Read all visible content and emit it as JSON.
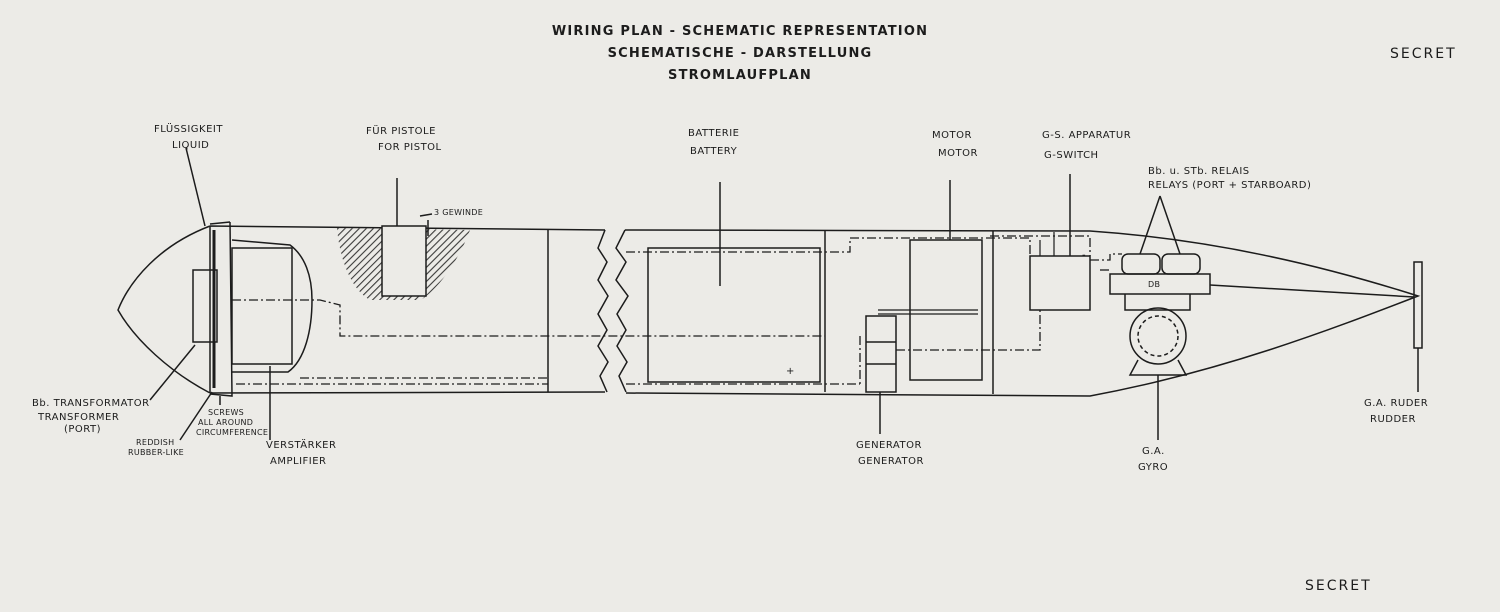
{
  "title": {
    "line1": "WIRING PLAN - SCHEMATIC REPRESENTATION",
    "line2": "SCHEMATISCHE - DARSTELLUNG",
    "line3": "STROMLAUFPLAN"
  },
  "marks": {
    "secret_top": "SECRET",
    "secret_bottom": "SECRET"
  },
  "labels": {
    "fluessigkeit": "FLÜSSIGKEIT",
    "liquid": "LIQUID",
    "fuer_pistole": "FÜR PISTOLE",
    "for_pistol": "FOR PISTOL",
    "gewinde": "3 GEWINDE",
    "batterie": "BATTERIE",
    "battery": "BATTERY",
    "motor_de": "MOTOR",
    "motor_en": "MOTOR",
    "gs_apparatur": "G-S. APPARATUR",
    "gs_switch": "G-SWITCH",
    "relais_de": "Bb. u. STb. RELAIS",
    "relais_en": "RELAYS (PORT + STARBOARD)",
    "transformator": "Bb. TRANSFORMATOR",
    "transformer": "TRANSFORMER",
    "port": "(PORT)",
    "screws1": "SCREWS",
    "screws2": "ALL AROUND",
    "screws3": "CIRCUMFERENCE",
    "reddish1": "REDDISH",
    "reddish2": "RUBBER-LIKE",
    "verstaerker": "VERSTÄRKER",
    "amplifier": "AMPLIFIER",
    "generator_de": "GENERATOR",
    "generator_en": "GENERATOR",
    "ga": "G.A.",
    "gyro": "GYRO",
    "ga_ruder": "G.A. RUDER",
    "rudder": "RUDDER",
    "plus": "+",
    "minus": "-",
    "db": "DB"
  },
  "colors": {
    "paper": "#ecebe7",
    "ink": "#1c1c1c"
  }
}
